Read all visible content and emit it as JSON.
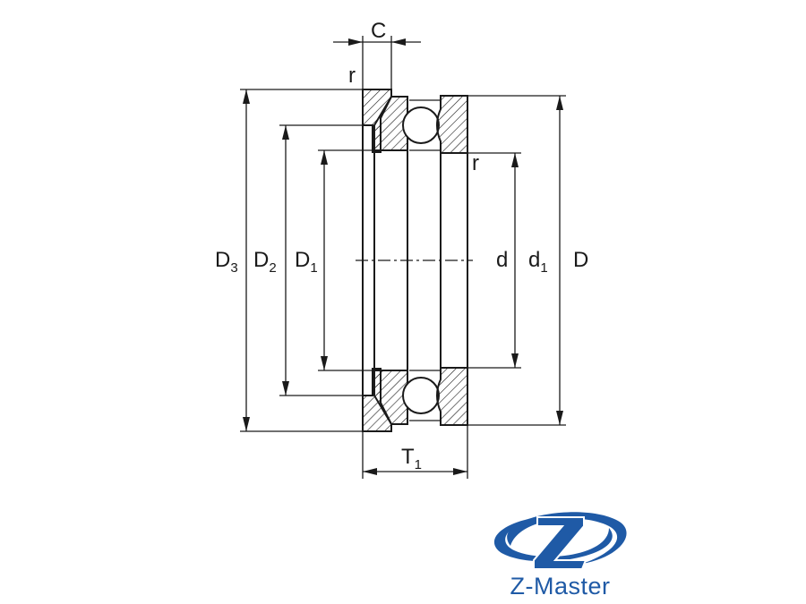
{
  "labels": {
    "c": "C",
    "r_top": "r",
    "r_right": "r",
    "d3": {
      "main": "D",
      "sub": "3"
    },
    "d2": {
      "main": "D",
      "sub": "2"
    },
    "d1": {
      "main": "D",
      "sub": "1"
    },
    "d": "d",
    "d1_small": {
      "main": "d",
      "sub": "1"
    },
    "D": "D",
    "t1": {
      "main": "T",
      "sub": "1"
    }
  },
  "brand": {
    "logo_letter": "Z",
    "name": "Z-Master",
    "color": "#1f5aa6"
  }
}
